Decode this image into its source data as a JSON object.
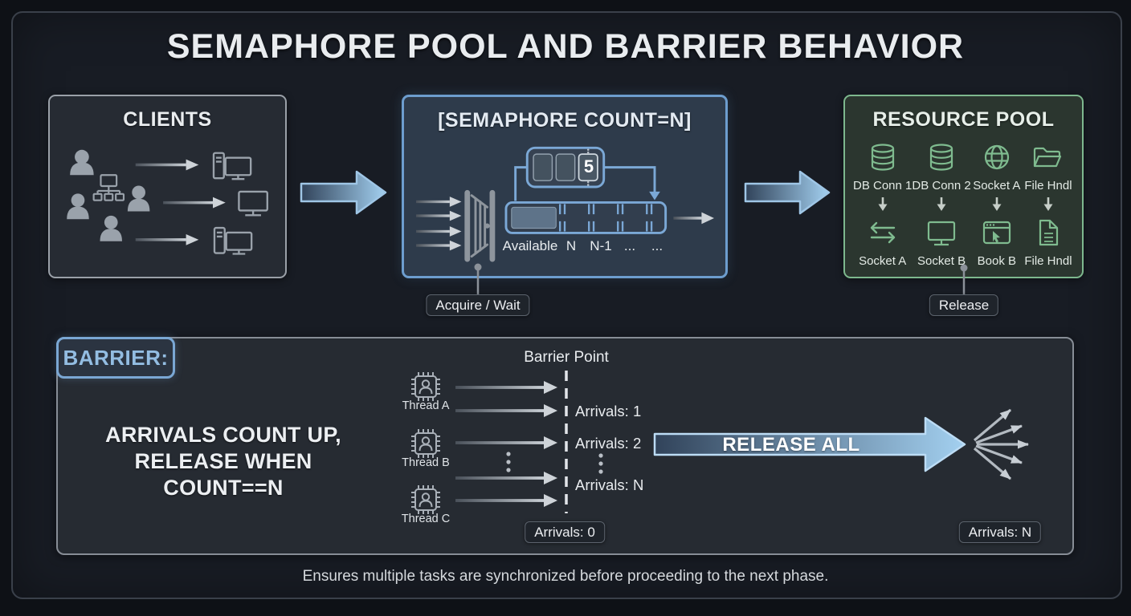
{
  "title": "SEMAPHORE POOL AND BARRIER BEHAVIOR",
  "clients": {
    "title": "CLIENTS"
  },
  "semaphore": {
    "title": "[SEMAPHORE COUNT=N]",
    "counter_value": "5",
    "queue_labels": [
      "Available",
      "N",
      "N-1",
      "...",
      "..."
    ],
    "acquire_label": "Acquire / Wait"
  },
  "resources": {
    "title": "RESOURCE POOL",
    "release_label": "Release",
    "row1": [
      {
        "icon": "database-icon",
        "label": "DB Conn 1"
      },
      {
        "icon": "database-icon",
        "label": "DB Conn 2"
      },
      {
        "icon": "globe-icon",
        "label": "Socket A"
      },
      {
        "icon": "folder-open-icon",
        "label": "File Hndl"
      }
    ],
    "row2": [
      {
        "icon": "exchange-arrows-icon",
        "label": "Socket A"
      },
      {
        "icon": "monitor-icon",
        "label": "Socket B"
      },
      {
        "icon": "browser-cursor-icon",
        "label": "Book B"
      },
      {
        "icon": "document-icon",
        "label": "File Hndl"
      }
    ]
  },
  "barrier": {
    "tag": "BARRIER:",
    "caption_line1": "ARRIVALS COUNT UP,",
    "caption_line2": "RELEASE WHEN COUNT==N",
    "barrier_point": "Barrier Point",
    "threads": [
      {
        "label": "Thread A"
      },
      {
        "label": "Thread B"
      },
      {
        "label": "Thread C"
      }
    ],
    "arrival_steps": [
      {
        "label": "Arrivals: 1"
      },
      {
        "label": "Arrivals: 2"
      },
      {
        "label": "Arrivals: N"
      }
    ],
    "arrivals_start": "Arrivals: 0",
    "arrivals_end": "Arrivals: N",
    "release_all": "RELEASE ALL"
  },
  "footer": "Ensures multiple tasks are synchronized before proceeding to the next phase.",
  "colors": {
    "blue_accent": "#6d9dce",
    "green_accent": "#7db88e",
    "gray_border": "#9aa0a8",
    "release_gradient_start": "#31435a",
    "release_gradient_end": "#a3d0f0"
  }
}
